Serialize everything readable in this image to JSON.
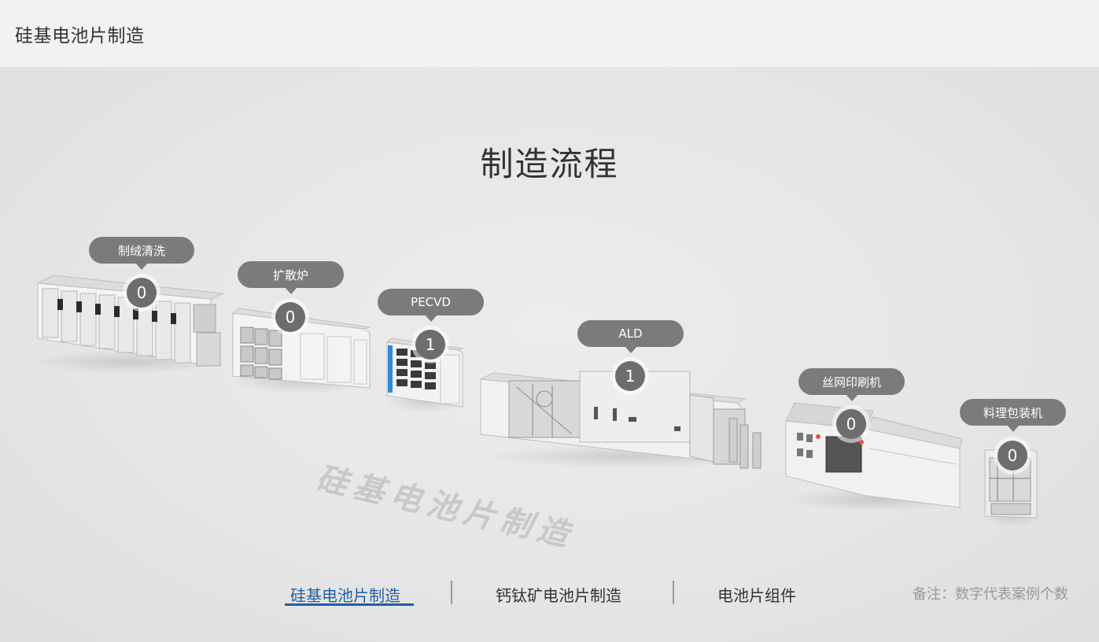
{
  "header": {
    "title": "硅基电池片制造"
  },
  "main": {
    "title": "制造流程",
    "watermark": "硅基电池片制造",
    "steps": [
      {
        "label": "制绒清洗",
        "count": "0"
      },
      {
        "label": "扩散炉",
        "count": "0"
      },
      {
        "label": "PECVD",
        "count": "1"
      },
      {
        "label": "ALD",
        "count": "1"
      },
      {
        "label": "丝网印刷机",
        "count": "0"
      },
      {
        "label": "料理包装机",
        "count": "0"
      }
    ]
  },
  "tabs": [
    {
      "label": "硅基电池片制造",
      "active": true
    },
    {
      "label": "钙钛矿电池片制造",
      "active": false
    },
    {
      "label": "电池片组件",
      "active": false
    }
  ],
  "note": "备注：数字代表案例个数",
  "colors": {
    "accent": "#1f5fa6",
    "label_bg": "#7b7b7b",
    "badge_bg": "#6d6d6d"
  }
}
